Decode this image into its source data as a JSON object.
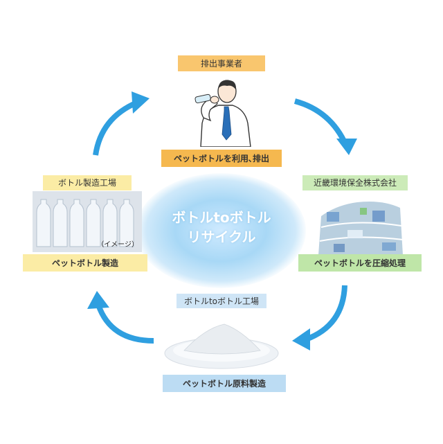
{
  "center": {
    "line1": "ボトルtoボトル",
    "line2": "リサイクル"
  },
  "top": {
    "actor": "排出事業者",
    "action": "ペットボトルを利用､排出"
  },
  "right": {
    "actor": "近畿環境保全株式会社",
    "action": "ペットボトルを圧縮処理"
  },
  "bottom": {
    "actor": "ボトルtoボトル工場",
    "action": "ペットボトル原料製造"
  },
  "left": {
    "actor": "ボトル製造工場",
    "action": "ペットボトル製造",
    "image_note": "（イメージ）"
  },
  "colors": {
    "arrow": "#2f9fe0",
    "top": "#f5b84f",
    "right": "#bfe6a8",
    "bottom": "#bcdcf3",
    "left": "#fbeca5"
  }
}
